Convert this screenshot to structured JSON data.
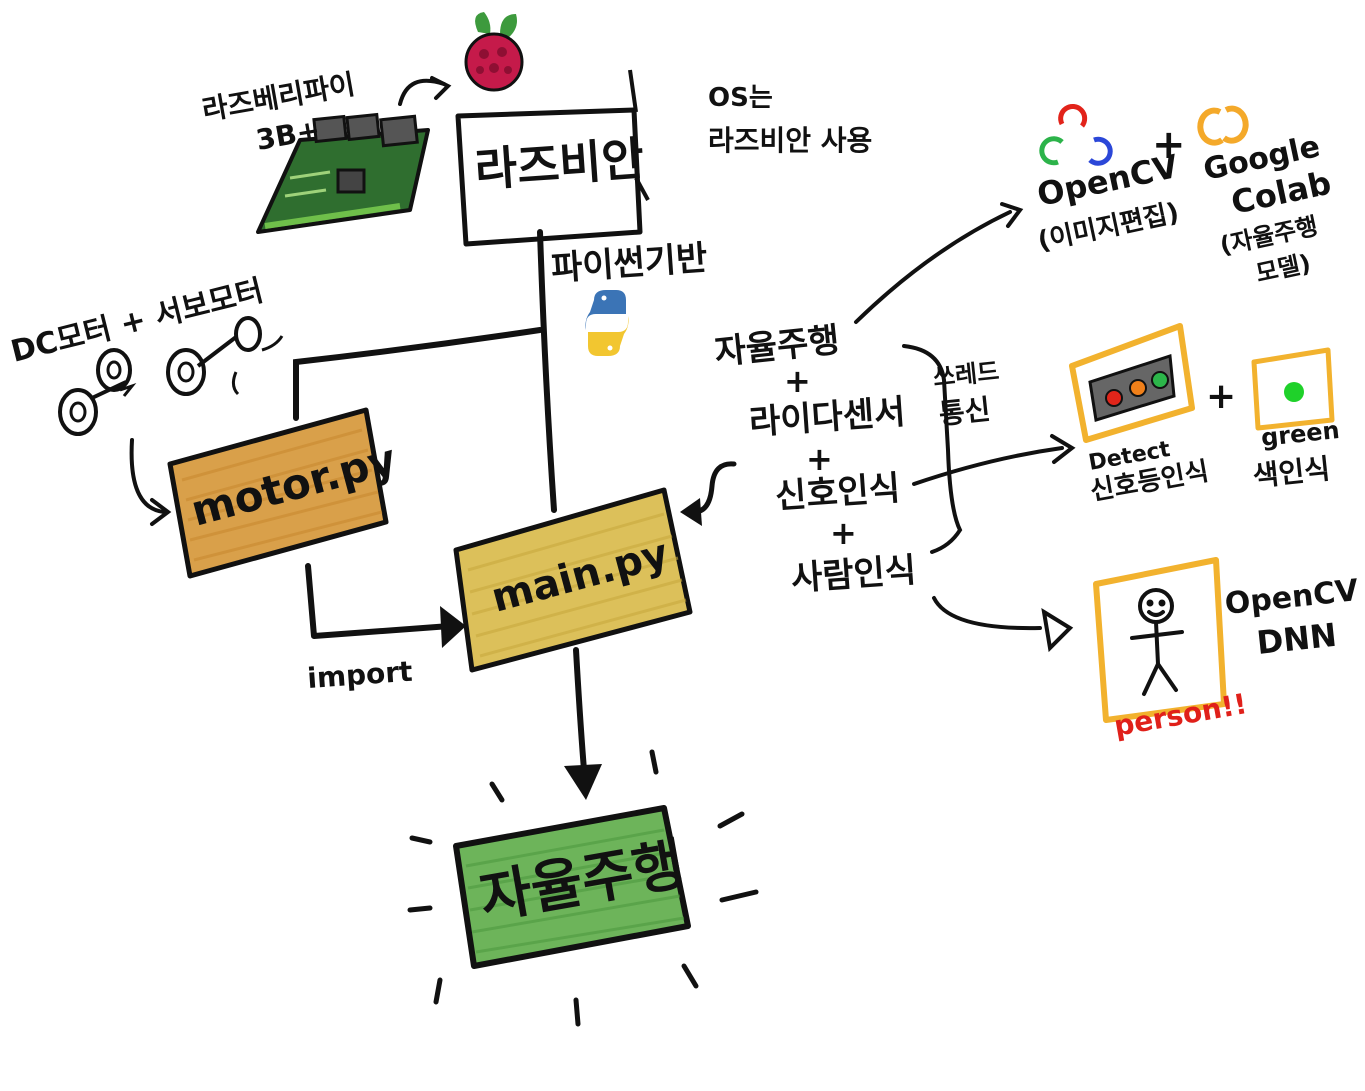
{
  "hardware": {
    "board_label_line1": "라즈베리파이",
    "board_label_line2": "3B+",
    "os_box": "라즈비안",
    "os_note_line1": "OS는",
    "os_note_line2": "라즈비안 사용"
  },
  "python": {
    "label": "파이썬기반"
  },
  "motor": {
    "label": "DC모터 + 서보모터",
    "file": "motor.py",
    "import_label": "import"
  },
  "main": {
    "file": "main.py"
  },
  "result": {
    "label": "자율주행"
  },
  "features": {
    "items": [
      "자율주행",
      "+",
      "라이다센서",
      "+",
      "신호인식",
      "+",
      "사람인식"
    ],
    "thread_line1": "쓰레드",
    "thread_line2": "통신"
  },
  "tools_top": {
    "opencv": "OpenCV",
    "opencv_note": "(이미지편집)",
    "plus": "+",
    "colab_line1": "Google",
    "colab_line2": "Colab",
    "colab_note1": "(자율주행",
    "colab_note2": "모델)"
  },
  "traffic": {
    "detect_line1": "Detect",
    "detect_line2": "신호등인식",
    "plus": "+",
    "green_line1": "green",
    "green_line2": "색인식"
  },
  "person": {
    "label": "person!!",
    "tool_line1": "OpenCV",
    "tool_line2": "DNN"
  },
  "colors": {
    "motor_fill": "#d9a04a",
    "main_fill": "#dcc05a",
    "result_fill": "#6db45a",
    "frame_orange": "#f2b22e",
    "raspberry": "#c51a4a",
    "board_green": "#3d8f3d",
    "person_red": "#e0201a"
  }
}
